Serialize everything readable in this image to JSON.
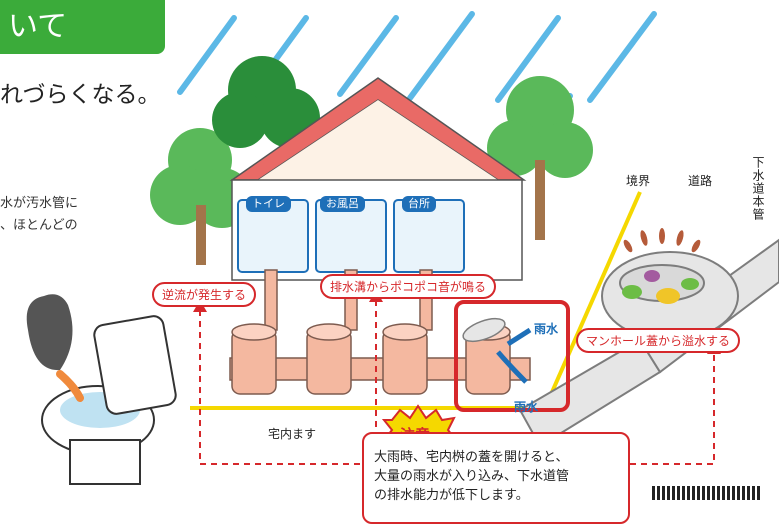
{
  "header": {
    "tab_title": "いて",
    "headline": "れづらくなる。"
  },
  "intro_lines": [
    "水が汚水管に",
    "、ほとんどの"
  ],
  "rooms": [
    {
      "label": "トイレ"
    },
    {
      "label": "お風呂"
    },
    {
      "label": "台所"
    }
  ],
  "callouts": {
    "backflow": "逆流が発生する",
    "gurgle": "排水溝からポコポコ音が鳴る",
    "manhole_overflow": "マンホール蓋から溢水する"
  },
  "labels": {
    "yard_basins": "宅内ます",
    "rainwater_top": "雨水",
    "rainwater_bottom": "雨水",
    "boundary": "境界",
    "road": "道路",
    "main_sewer": "下水道本管"
  },
  "caution": {
    "badge": "注意",
    "lines": [
      "大雨時、宅内桝の蓋を開けると、",
      "大量の雨水が入り込み、下水道管",
      "の排水能力が低下します。"
    ]
  },
  "colors": {
    "green": "#3bab3a",
    "red": "#d6282b",
    "blue": "#1e6fb8",
    "rain": "#5cb8e6",
    "pipe": "#f4b8a0",
    "roof": "#e96a66",
    "yellow": "#f5d800"
  }
}
